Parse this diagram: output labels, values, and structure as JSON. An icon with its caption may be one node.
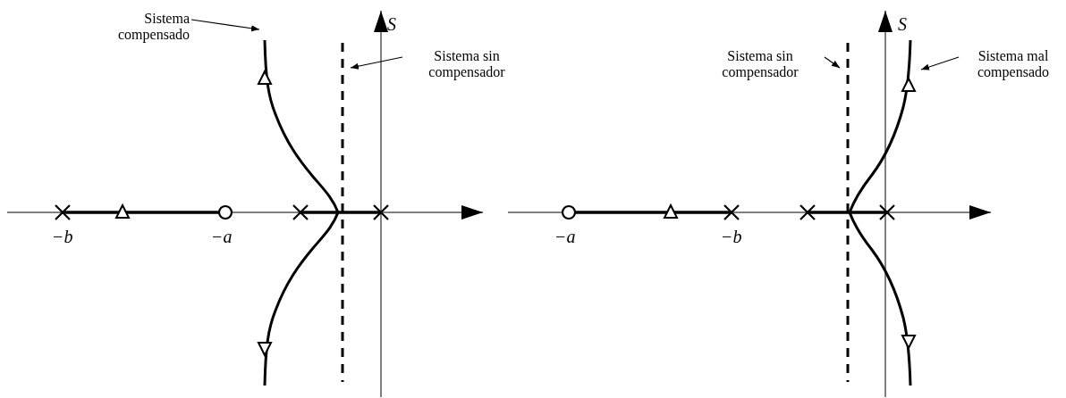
{
  "diagram": {
    "nodes": [
      {
        "text": [
          "Sistema compensado"
        ]
      },
      {
        "text": [],
        "shape": "curve"
      },
      {
        "text": [
          "Sistema sin compensador"
        ]
      },
      {
        "text": [],
        "shape": "line"
      },
      {
        "text": [
          "Sistema sin compensador"
        ]
      },
      {
        "text": [],
        "shape": "line"
      },
      {
        "text": [
          "Sistema mal compensado"
        ]
      },
      {
        "text": [],
        "shape": "curve"
      }
    ],
    "edges": [
      {
        "from": 0,
        "to": 1,
        "arrow": "to"
      },
      {
        "from": 2,
        "to": 3,
        "arrow": "to"
      },
      {
        "from": 4,
        "to": 5,
        "arrow": "to"
      },
      {
        "from": 6,
        "to": 7,
        "arrow": "to"
      }
    ],
    "labels": [
      "S",
      "−b",
      "−a",
      "S",
      "−a",
      "−b"
    ]
  }
}
